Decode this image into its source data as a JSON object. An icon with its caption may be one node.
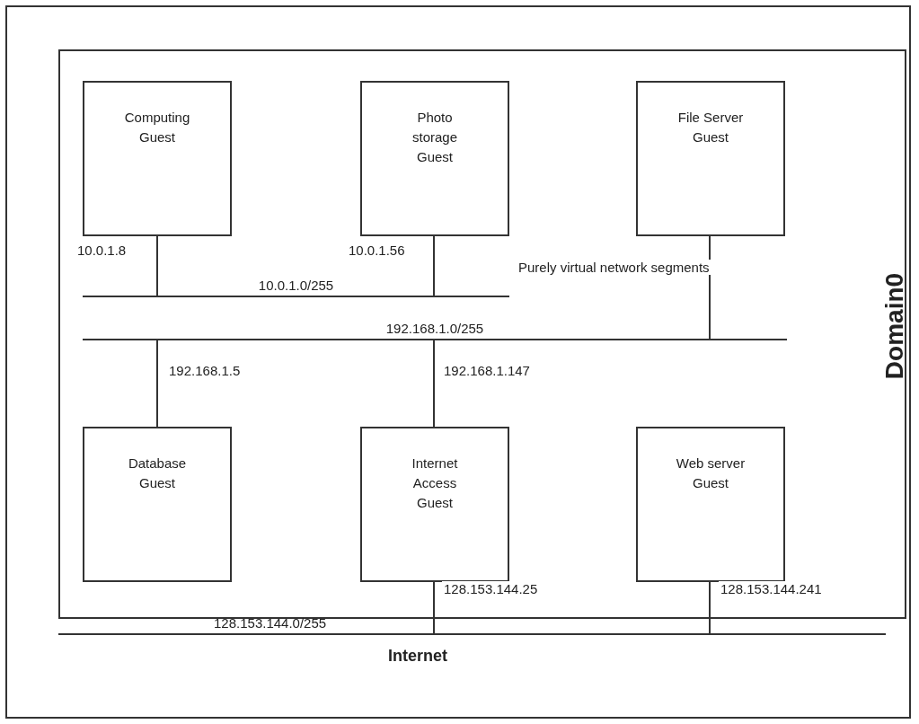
{
  "diagram": {
    "nodes": [
      {
        "text": [
          "Domain0"
        ]
      },
      {
        "text": [
          "Computing Guest"
        ],
        "in": 0
      },
      {
        "text": [
          "Photo storage Guest"
        ],
        "in": 0
      },
      {
        "text": [
          "File Server Guest"
        ],
        "in": 0
      },
      {
        "text": [
          "10.0.1.0/255"
        ],
        "in": 0
      },
      {
        "text": [
          "192.168.1.0/255"
        ],
        "in": 0
      },
      {
        "text": [
          "Database Guest"
        ],
        "in": 0
      },
      {
        "text": [
          "Internet Access Guest"
        ],
        "in": 0
      },
      {
        "text": [
          "Web server Guest"
        ],
        "in": 0
      },
      {
        "text": [
          "128.153.144.0/255",
          "Internet"
        ]
      }
    ],
    "edges": [
      {
        "from": 1,
        "to": 4,
        "arrow": "none",
        "label": "10.0.1.8"
      },
      {
        "from": 2,
        "to": 4,
        "arrow": "none",
        "label": "10.0.1.56"
      },
      {
        "from": 3,
        "to": 5,
        "arrow": "none"
      },
      {
        "from": 6,
        "to": 5,
        "arrow": "none",
        "label": "192.168.1.5"
      },
      {
        "from": 7,
        "to": 5,
        "arrow": "none",
        "label": "192.168.1.147"
      },
      {
        "from": 7,
        "to": 9,
        "arrow": "none",
        "label": "128.153.144.25"
      },
      {
        "from": 8,
        "to": 9,
        "arrow": "none",
        "label": "128.153.144.241"
      }
    ],
    "labels": [
      "Purely virtual network segments"
    ]
  }
}
